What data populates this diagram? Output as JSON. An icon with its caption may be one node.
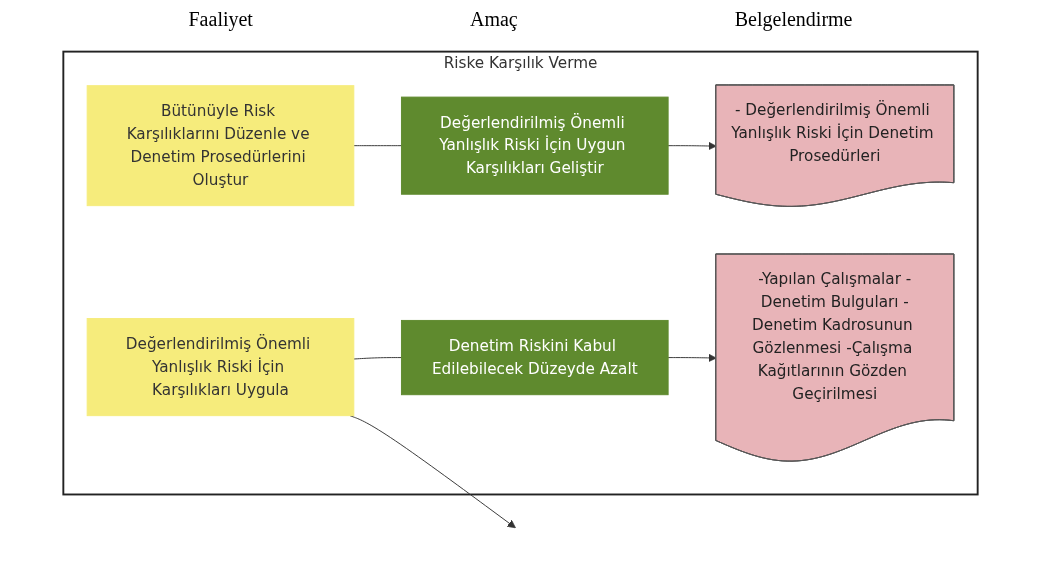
{
  "diagram": {
    "nodes": [
      {
        "text": [
          "Riske Karşılık Verme"
        ]
      },
      {
        "text": [
          "Bütünüyle Risk Karşılıklarını Düzenle ve Denetim Prosedürlerini Oluştur"
        ],
        "in": 0
      },
      {
        "text": [
          "Değerlendirilmiş Önemli Yanlışlık Riski İçin Uygun Karşılıkları Geliştir"
        ],
        "in": 0
      },
      {
        "text": [
          "- Değerlendirilmiş Önemli Yanlışlık Riski İçin Denetim Prosedürleri"
        ],
        "in": 0
      },
      {
        "text": [
          "Değerlendirilmiş Önemli Yanlışlık Riski İçin Karşılıkları Uygula"
        ],
        "in": 0
      },
      {
        "text": [
          "Denetim Riskini Kabul Edilebilecek Düzeyde Azalt"
        ],
        "in": 0
      },
      {
        "text": [
          "-Yapılan Çalışmalar -Denetim Bulguları -Denetim Kadrosunun Gözlenmesi -Çalışma Kağıtlarının Gözden Geçirilmesi"
        ],
        "in": 0
      }
    ],
    "edges": [
      {
        "from": 1,
        "to": 2,
        "arrow": "none"
      },
      {
        "from": 2,
        "to": 3,
        "arrow": "to"
      },
      {
        "from": 4,
        "to": 5,
        "arrow": "none"
      },
      {
        "from": 5,
        "to": 6,
        "arrow": "to"
      },
      {
        "from": 4,
        "to": null,
        "arrow": "to"
      }
    ],
    "labels": [
      "Faaliyet",
      "Amaç",
      "Belgelendirme"
    ]
  }
}
